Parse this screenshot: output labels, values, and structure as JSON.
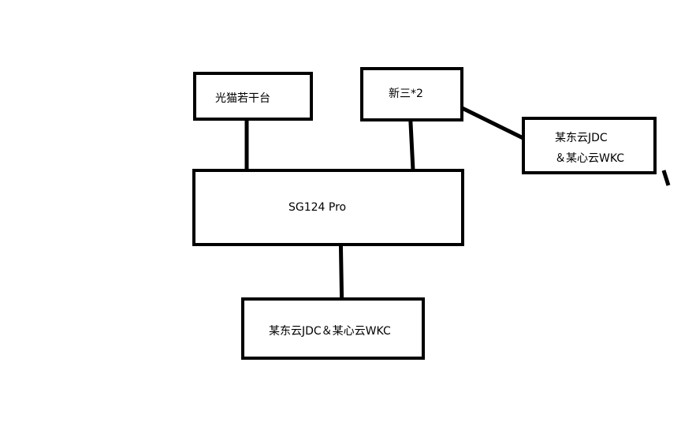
{
  "diagram": {
    "nodes": {
      "optical_modem": {
        "label": "光猫若干台"
      },
      "xinsan": {
        "label": "新三*2"
      },
      "router": {
        "label": "SG124 Pro"
      },
      "bottom_device": {
        "label": "某东云JDC＆某心云WKC"
      },
      "right_device": {
        "line1": "某东云JDC",
        "line2": "＆某心云WKC"
      }
    },
    "edges": [
      {
        "from": "optical_modem",
        "to": "router"
      },
      {
        "from": "xinsan",
        "to": "router"
      },
      {
        "from": "router",
        "to": "bottom_device"
      },
      {
        "from": "xinsan",
        "to": "right_device"
      }
    ]
  }
}
